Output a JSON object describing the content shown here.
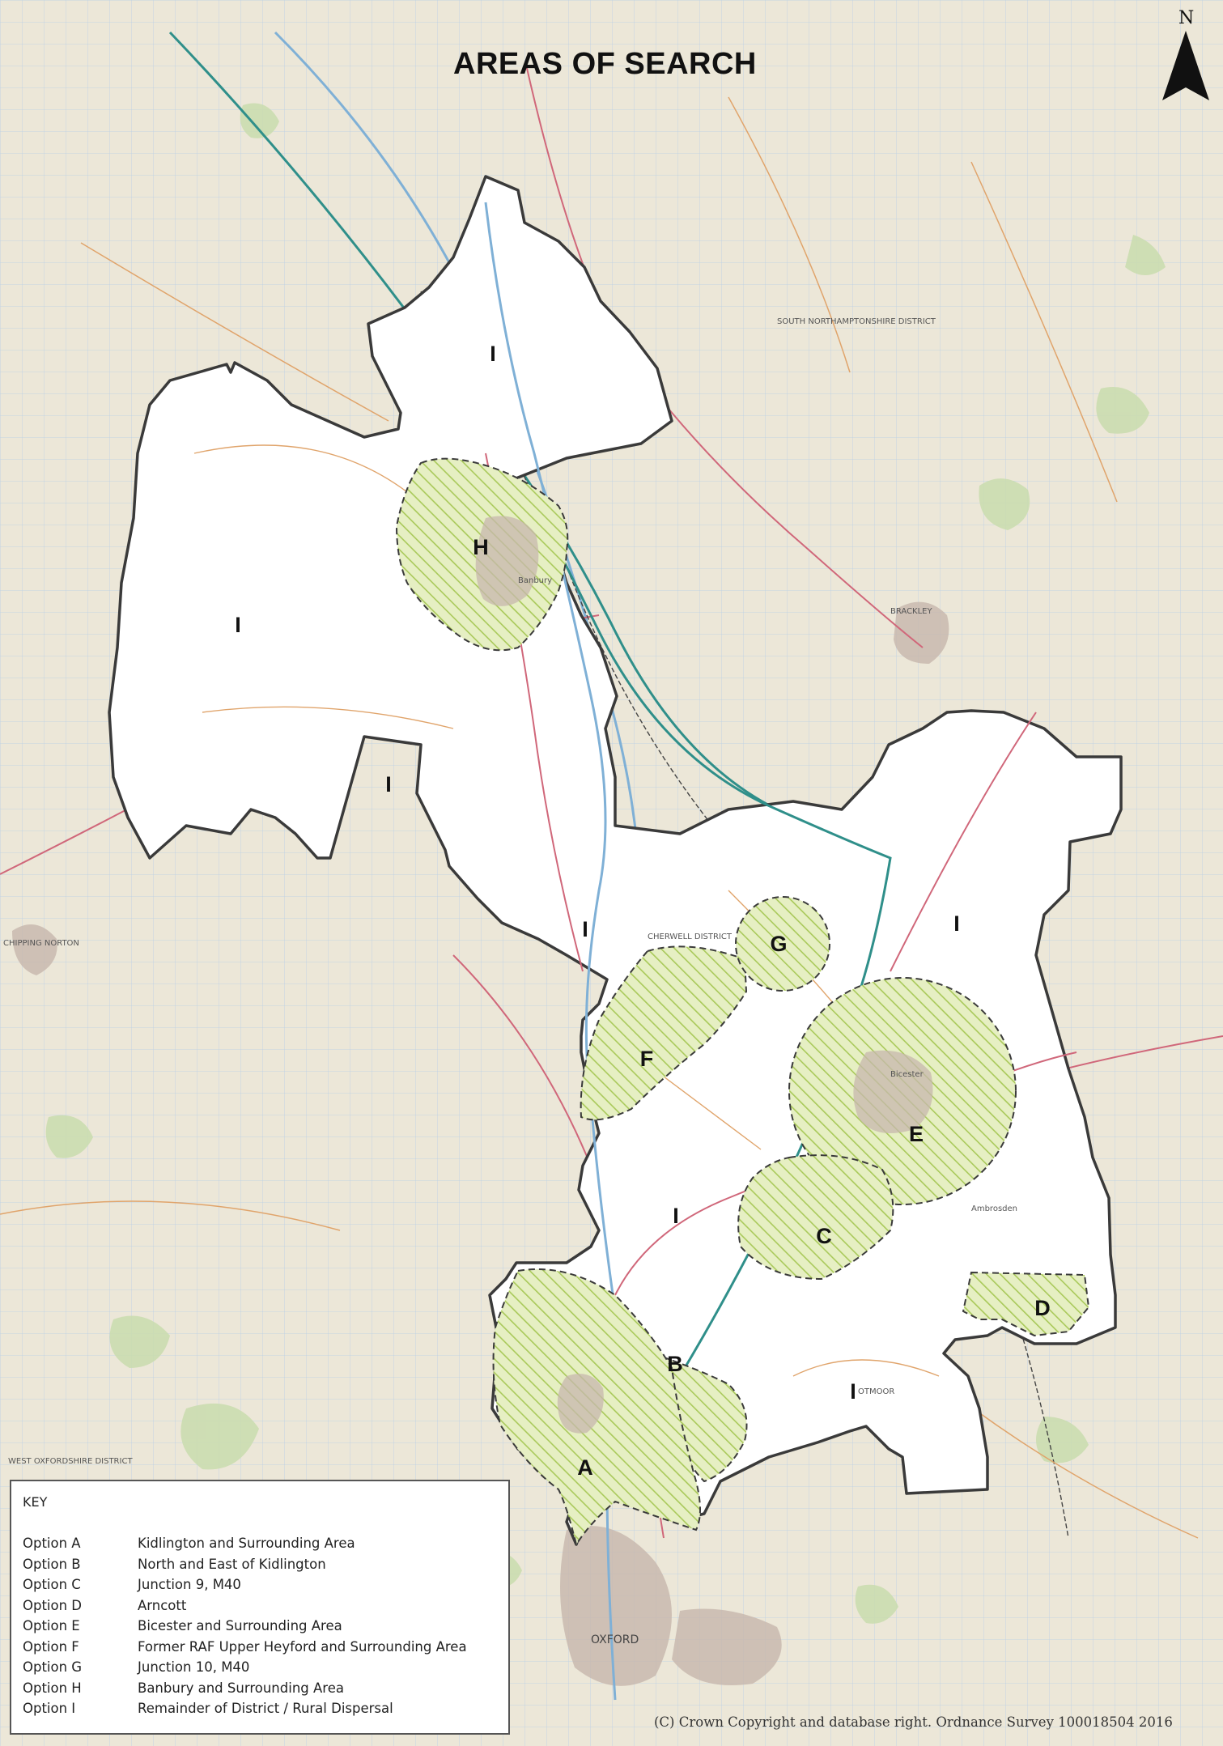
{
  "title": "AREAS OF SEARCH",
  "north_label": "N",
  "colors": {
    "map_background": "#ece7d8",
    "district_fill": "#ffffff",
    "district_outline": "#3a3a3a",
    "option_hatch": "#a9c95a",
    "option_fill": "#e6efc3",
    "option_outline": "#3a3a3a",
    "river": "#7fb0d6",
    "main_road": "#2f8f8a",
    "a_road": "#d0677a",
    "grid": "#b9cfe6",
    "woodland": "#c9dcae",
    "urban": "#c7b7ad"
  },
  "area_labels": {
    "A": "A",
    "B": "B",
    "C": "C",
    "D": "D",
    "E": "E",
    "F": "F",
    "G": "G",
    "H": "H",
    "I": "I"
  },
  "map_text": {
    "district_name": "CHERWELL DISTRICT",
    "neighbour_district": "SOUTH NORTHAMPTONSHIRE DISTRICT",
    "west_district": "WEST OXFORDSHIRE DISTRICT",
    "town_banbury": "Banbury",
    "town_bicester": "Bicester",
    "town_brackley": "BRACKLEY",
    "town_oxford": "OXFORD",
    "town_otmoor": "OTMOOR",
    "town_ambrosden": "Ambrosden",
    "town_chipping_norton": "CHIPPING NORTON"
  },
  "key": {
    "title": "KEY",
    "items": [
      {
        "option": "Option A",
        "description": "Kidlington and Surrounding Area"
      },
      {
        "option": "Option B",
        "description": "North and East of Kidlington"
      },
      {
        "option": "Option C",
        "description": "Junction 9, M40"
      },
      {
        "option": "Option D",
        "description": "Arncott"
      },
      {
        "option": "Option E",
        "description": "Bicester and Surrounding Area"
      },
      {
        "option": "Option F",
        "description": "Former RAF Upper Heyford and Surrounding Area"
      },
      {
        "option": "Option G",
        "description": "Junction 10, M40"
      },
      {
        "option": "Option H",
        "description": "Banbury and Surrounding Area"
      },
      {
        "option": "Option I",
        "description": "Remainder of District / Rural Dispersal"
      }
    ]
  },
  "copyright": "(C) Crown Copyright and database right. Ordnance Survey 100018504 2016"
}
